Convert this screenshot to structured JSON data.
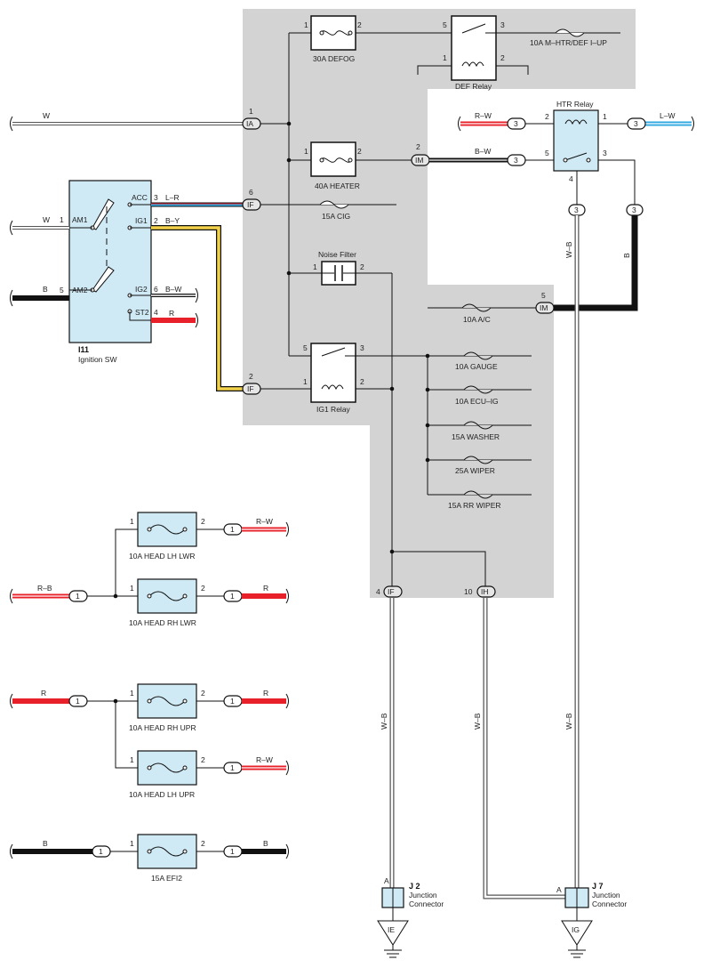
{
  "junction_block": {
    "fuses": {
      "defog": "30A DEFOG",
      "heater": "40A HEATER",
      "cig": "15A CIG",
      "m_htr": "10A M–HTR/DEF I–UP",
      "ac": "10A A/C",
      "gauge": "10A GAUGE",
      "ecu_ig": "10A ECU–IG",
      "washer": "15A WASHER",
      "wiper": "25A WIPER",
      "rr_wiper": "15A RR WIPER"
    },
    "relays": {
      "def": "DEF Relay",
      "htr": "HTR Relay",
      "ig1": "IG1 Relay"
    },
    "noise_filter": "Noise Filter",
    "connectors": {
      "IA": "IA",
      "IF": "IF",
      "IM": "IM",
      "IH": "IH"
    },
    "pin_numbers": {
      "one": "1",
      "two": "2",
      "three": "3",
      "four": "4",
      "five": "5",
      "six": "6",
      "ten": "10"
    }
  },
  "ignition_switch": {
    "id": "I11",
    "name": "Ignition SW",
    "terminals": [
      "ACC",
      "IG1",
      "AM1",
      "AM2",
      "IG2",
      "ST2"
    ]
  },
  "wire_colors": {
    "W": "W",
    "LR": "L–R",
    "BY": "B–Y",
    "B": "B",
    "BW": "B–W",
    "R": "R",
    "RW": "R–W",
    "LW": "L–W",
    "WB": "W–B",
    "RB": "R–B"
  },
  "colors": {
    "gray_block": "#d3d3d3",
    "red": "#e8202a",
    "yellow": "#f3d24a",
    "blue": "#2fa8e0",
    "switch_fill": "#cfe9f5"
  },
  "headlight_fuses": {
    "lh_lwr": "10A HEAD LH LWR",
    "rh_lwr": "10A HEAD RH LWR",
    "rh_upr": "10A HEAD RH UPR",
    "lh_upr": "10A HEAD LH UPR",
    "efi2": "15A EFI2"
  },
  "junction_connectors": {
    "j2": {
      "id": "J 2",
      "line1": "Junction",
      "line2": "Connector",
      "pin": "A",
      "ground": "IE"
    },
    "j7": {
      "id": "J 7",
      "line1": "Junction",
      "line2": "Connector",
      "pin": "A",
      "ground": "IG"
    }
  }
}
